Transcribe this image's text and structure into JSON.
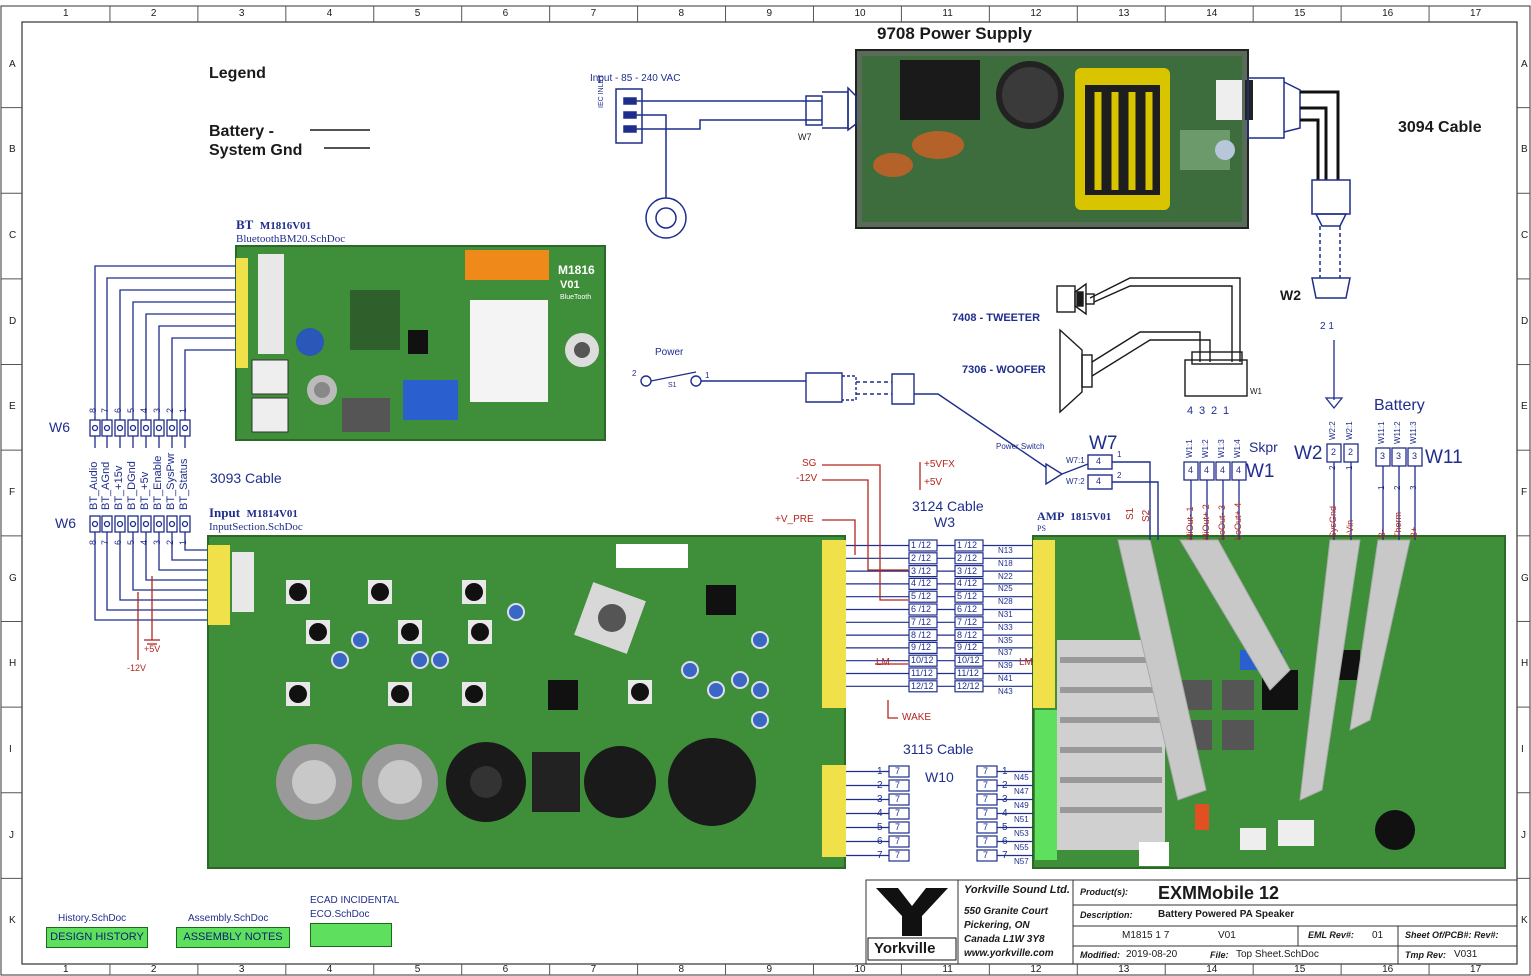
{
  "grid": {
    "columns": [
      "1",
      "2",
      "3",
      "4",
      "5",
      "6",
      "7",
      "8",
      "9",
      "10",
      "11",
      "12",
      "13",
      "14",
      "15",
      "16",
      "17"
    ],
    "rows": [
      "A",
      "B",
      "C",
      "D",
      "E",
      "F",
      "G",
      "H",
      "I",
      "J",
      "K"
    ]
  },
  "legend": {
    "title": "Legend",
    "battery": "Battery -",
    "system_gnd": "System Gnd"
  },
  "power_supply": {
    "title": "9708 Power Supply",
    "input_label": "Input - 85 - 240 VAC",
    "iec_label": "IEC INLET",
    "w7_tag": "W7"
  },
  "cable_3094": "3094 Cable",
  "w2_top": "W2",
  "bt_board": {
    "ref": "BT",
    "part": "M1816V01",
    "schdoc": "BluetoothBM20.SchDoc",
    "silk_part": "M1816",
    "silk_rev": "V01",
    "silk_sub": "BlueTooth"
  },
  "w6": {
    "label": "W6",
    "pins": [
      "8",
      "7",
      "6",
      "5",
      "4",
      "3",
      "2",
      "1"
    ],
    "signals": [
      "BT_Audio",
      "BT_AGnd",
      "BT_+15v",
      "BT_DGnd",
      "BT_+5v",
      "BT_Enable",
      "BT_SysPwr",
      "BT_Status"
    ]
  },
  "cable_3093": "3093 Cable",
  "input_board": {
    "ref": "Input",
    "part": "M1814V01",
    "schdoc": "InputSection.SchDoc"
  },
  "rails": {
    "plus5": "+5V",
    "minus12": "-12V"
  },
  "power_switch": {
    "label": "Power",
    "pin2": "2",
    "pin1": "1",
    "s1": "S1",
    "annotation": "Power Switch"
  },
  "speakers": {
    "tweeter": "7408 - TWEETER",
    "woofer": "7306 - WOOFER",
    "connector_pins": [
      "4",
      "3",
      "2",
      "1"
    ],
    "w1_tag": "W1"
  },
  "w7": {
    "label": "W7",
    "pins": [
      "W7:1",
      "W7:2"
    ],
    "nums": [
      "1",
      "2"
    ]
  },
  "w1": {
    "label": "W1",
    "pins": [
      "W1:1",
      "W1:2",
      "W1:3",
      "W1:4"
    ],
    "skpr": "Skpr",
    "signals": [
      "HiOut- 1",
      "HiOut+ 2",
      "LoOut- 3",
      "LoOut+ 4"
    ]
  },
  "w2": {
    "label": "W2",
    "pins": [
      "W2:2",
      "W2:1"
    ],
    "nums": [
      "2",
      "1"
    ],
    "top_nums": "2  1",
    "signals": [
      "SysGnd",
      "+Vin"
    ]
  },
  "battery": {
    "label": "Battery",
    "w11_label": "W11",
    "pins": [
      "W11:1",
      "W11:2",
      "W11:3"
    ],
    "nums": [
      "1",
      "2",
      "3"
    ],
    "signals": [
      "B-",
      "Therm",
      "B+"
    ]
  },
  "amp_board": {
    "ref": "AMP",
    "part": "1815V01",
    "sub": "PS",
    "s1": "S1",
    "s2": "S2"
  },
  "power_nets": {
    "sg": "SG",
    "m12v": "-12V",
    "p5vfx": "+5VFX",
    "p5v": "+5V",
    "vpre": "+V_PRE",
    "lm": "LM",
    "wake": "WAKE",
    "amp_lm": "LM"
  },
  "w3": {
    "cable": "3124 Cable",
    "label": "W3",
    "left": [
      "1 /12",
      "2 /12",
      "3 /12",
      "4 /12",
      "5 /12",
      "6 /12",
      "7 /12",
      "8 /12",
      "9 /12",
      "10/12",
      "11/12",
      "12/12"
    ],
    "right": [
      "1 /12",
      "2 /12",
      "3 /12",
      "4 /12",
      "5 /12",
      "6 /12",
      "7 /12",
      "8 /12",
      "9 /12",
      "10/12",
      "11/12",
      "12/12"
    ],
    "nets": [
      "N13",
      "N18",
      "N22",
      "N25",
      "N28",
      "N31",
      "N33",
      "N35",
      "N37",
      "N39",
      "N41",
      "N43"
    ]
  },
  "w10": {
    "cable": "3115 Cable",
    "label": "W10",
    "left_nums": [
      "1",
      "2",
      "3",
      "4",
      "5",
      "6",
      "7"
    ],
    "pins": [
      "7",
      "7",
      "7",
      "7",
      "7",
      "7",
      "7"
    ],
    "right_nums": [
      "1",
      "2",
      "3",
      "4",
      "5",
      "6",
      "7"
    ],
    "nets": [
      "N45",
      "N47",
      "N49",
      "N51",
      "N53",
      "N55",
      "N57"
    ]
  },
  "footer_buttons": {
    "history_doc": "History.SchDoc",
    "history_btn": "DESIGN HISTORY",
    "assembly_doc": "Assembly.SchDoc",
    "assembly_btn": "ASSEMBLY NOTES",
    "ecad_title": "ECAD INCIDENTAL",
    "ecad_doc": "ECO.SchDoc"
  },
  "title_block": {
    "logo_text": "Yorkville",
    "company": "Yorkville Sound Ltd.",
    "addr1": "550 Granite Court",
    "addr2": "Pickering, ON",
    "addr3": "Canada L1W 3Y8",
    "web": "www.yorkville.com",
    "product_label": "Product(s):",
    "product": "EXMMobile 12",
    "desc_label": "Description:",
    "desc": "Battery Powered PA Speaker",
    "part_no": "M1815 1 7",
    "rev": "V01",
    "eml_label": "EML Rev#:",
    "eml": "01",
    "sheet_label": "Sheet Of/PCB#: Rev#:",
    "modified_label": "Modified:",
    "modified": "2019-08-20",
    "file_label": "File:",
    "file": "Top Sheet.SchDoc",
    "tmp_label": "Tmp Rev:",
    "tmp": "V031"
  }
}
